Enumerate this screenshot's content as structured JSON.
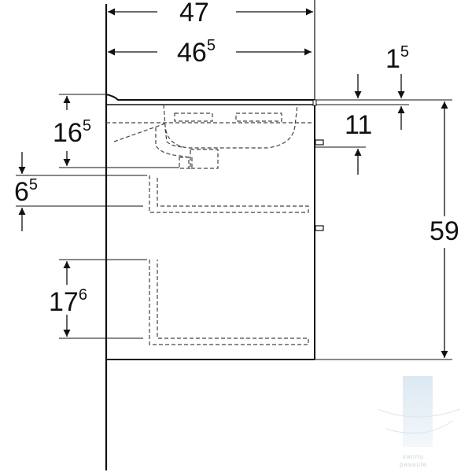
{
  "dimensions": {
    "total_width": {
      "main": "47",
      "sup": ""
    },
    "inner_width": {
      "main": "46",
      "sup": "5"
    },
    "top_thickness": {
      "main": "1",
      "sup": "5"
    },
    "basin_depth": {
      "main": "16",
      "sup": "5"
    },
    "drain_offset": {
      "main": "11",
      "sup": ""
    },
    "drawer_gap": {
      "main": "6",
      "sup": "5"
    },
    "total_height": {
      "main": "59",
      "sup": ""
    },
    "lower_drawer": {
      "main": "17",
      "sup": "6"
    }
  },
  "watermark": {
    "line1": "vannu",
    "line2": "pasaule"
  },
  "colors": {
    "line": "#111111",
    "dashed": "#444444",
    "watermark": "#c8dbe8"
  }
}
